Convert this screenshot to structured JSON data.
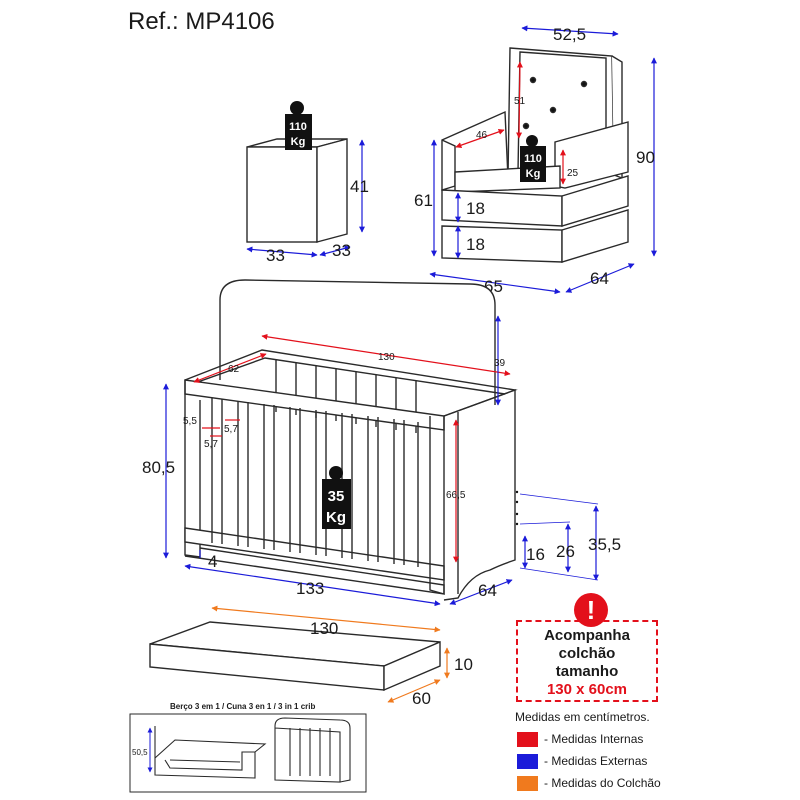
{
  "ref": "Ref.: MP4106",
  "colors": {
    "internal": "#e3101b",
    "external": "#1b1bd9",
    "mattress": "#f07a1e",
    "outline": "#2a2a2a"
  },
  "weights": {
    "nightstand": {
      "value": "110",
      "unit": "Kg"
    },
    "armchair": {
      "value": "110",
      "unit": "Kg"
    },
    "crib": {
      "value": "35",
      "unit": "Kg"
    }
  },
  "nightstand": {
    "height": "41",
    "width": "33",
    "depth": "33"
  },
  "armchair": {
    "width_top": "52,5",
    "back_height": "51",
    "seat_width": "46",
    "arm_height": "25",
    "seat_height": "61",
    "total_height": "90",
    "cushion_upper": "18",
    "cushion_lower": "18",
    "width": "65",
    "depth": "64"
  },
  "crib": {
    "internal_length": "130",
    "internal_width": "62",
    "head_extra": "39",
    "slat_gap_top": "5,5",
    "slat_gap_a": "5,7",
    "slat_gap_b": "5,7",
    "total_height": "80,5",
    "internal_height": "66,5",
    "foot": "4",
    "length": "133",
    "depth": "64",
    "h_16": "16",
    "h_26": "26",
    "h_35_5": "35,5"
  },
  "mattress": {
    "length": "130",
    "height": "10",
    "width": "60"
  },
  "notice": {
    "icon": "!",
    "line1": "Acompanha",
    "line2": "colchão",
    "line3": "tamanho",
    "size": "130 x 60cm"
  },
  "units_note": "Medidas em centímetros.",
  "legend": [
    {
      "label": "- Medidas Internas",
      "color": "#e3101b"
    },
    {
      "label": "- Medidas Externas",
      "color": "#1b1bd9"
    },
    {
      "label": "- Medidas do Colchão",
      "color": "#f07a1e"
    }
  ],
  "inset": {
    "title": "Berço 3 em 1 / Cuna 3 en 1 / 3 in 1 crib",
    "height": "50,5"
  }
}
